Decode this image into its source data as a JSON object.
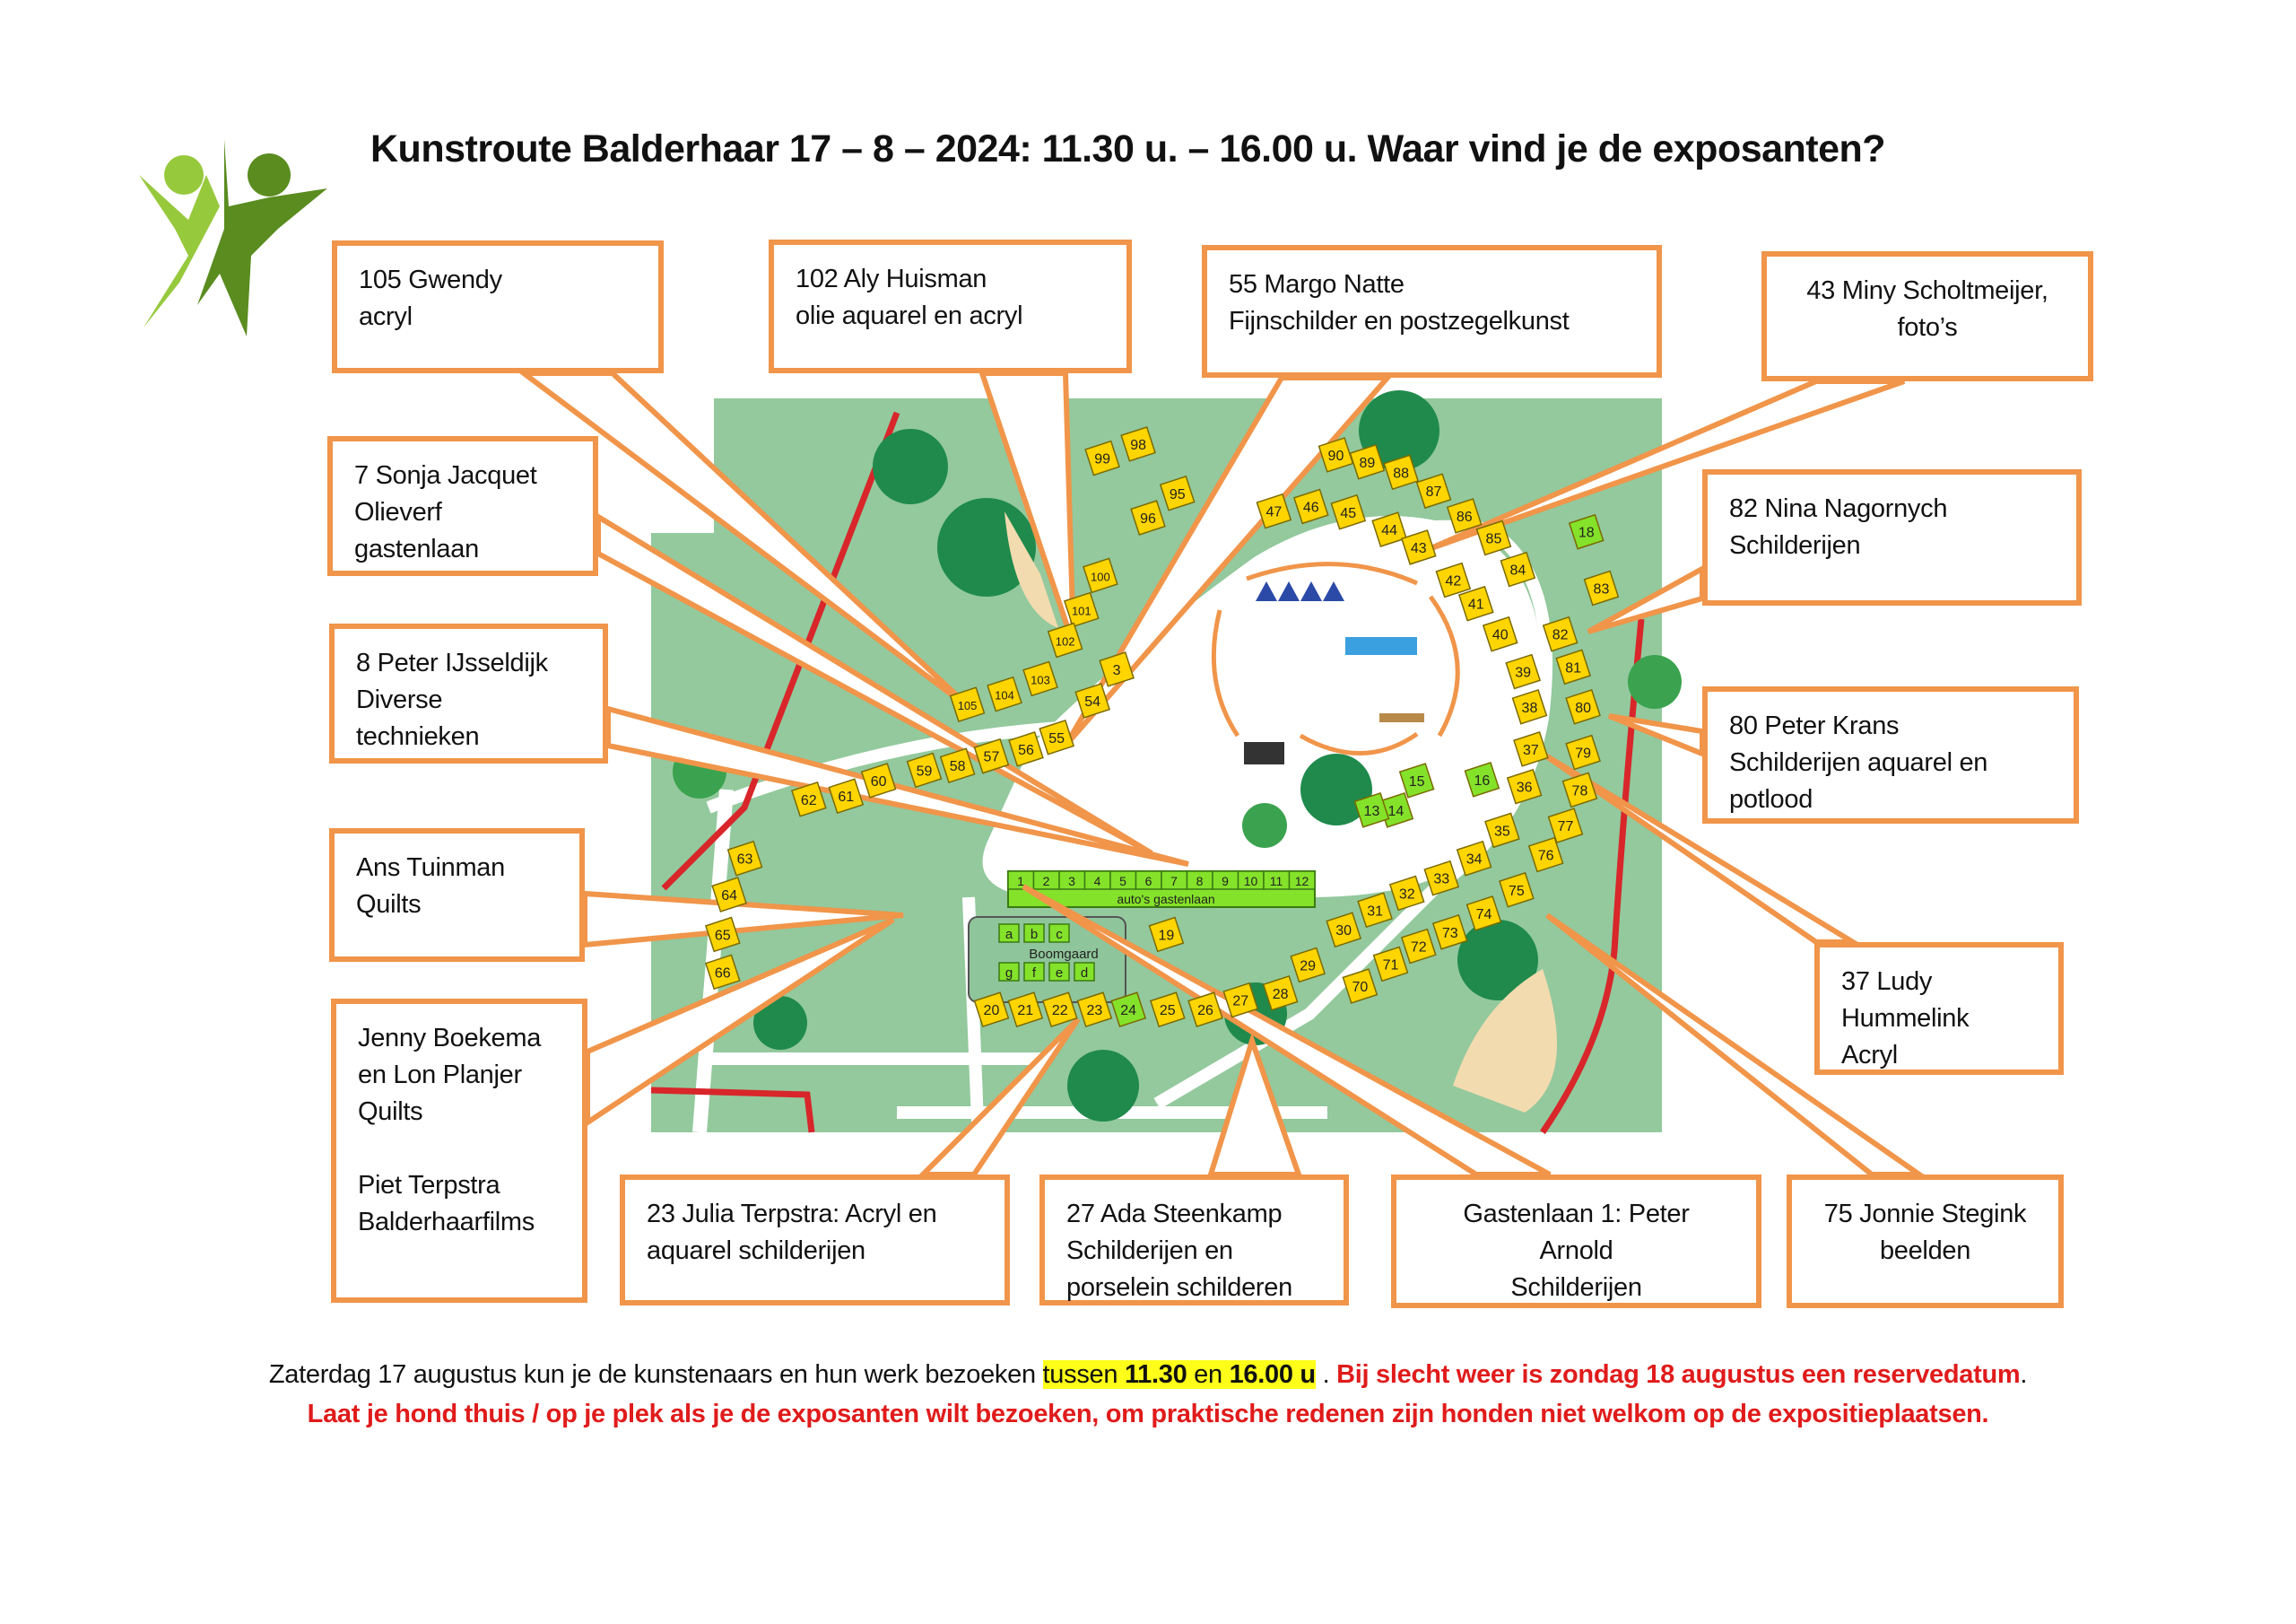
{
  "title": "Kunstroute Balderhaar 17 – 8 – 2024:  11.30 u. – 16.00 u. Waar vind je de exposanten?",
  "colors": {
    "callout_border": "#f0954a",
    "plot_yellow": "#ffd500",
    "plot_green": "#84e22a",
    "map_green": "#93c99d",
    "highlight": "#ffff1a",
    "warning_red": "#e01b1b"
  },
  "callouts": [
    {
      "id": "gwendy",
      "lines": [
        "105 Gwendy",
        "acryl"
      ]
    },
    {
      "id": "aly",
      "lines": [
        "102 Aly Huisman",
        "olie aquarel en acryl"
      ]
    },
    {
      "id": "margo",
      "lines": [
        "55 Margo Natte",
        "Fijnschilder en postzegelkunst"
      ]
    },
    {
      "id": "miny",
      "lines": [
        "43 Miny Scholtmeijer,",
        "foto’s"
      ]
    },
    {
      "id": "sonja",
      "lines": [
        "7 Sonja Jacquet",
        "Olieverf",
        "gastenlaan"
      ]
    },
    {
      "id": "nina",
      "lines": [
        "82 Nina Nagornych",
        "Schilderijen"
      ]
    },
    {
      "id": "peter8",
      "lines": [
        "8 Peter IJsseldijk",
        "Diverse",
        "technieken"
      ]
    },
    {
      "id": "krans",
      "lines": [
        "80 Peter Krans",
        "Schilderijen aquarel en",
        "potlood"
      ]
    },
    {
      "id": "ans",
      "lines": [
        "Ans Tuinman",
        "Quilts"
      ]
    },
    {
      "id": "jenny",
      "lines": [
        "Jenny Boekema",
        "en Lon Planjer",
        "Quilts"
      ],
      "lines2": [
        "Piet Terpstra",
        "Balderhaarfilms"
      ]
    },
    {
      "id": "ludy",
      "lines": [
        "37 Ludy",
        "Hummelink",
        "Acryl"
      ]
    },
    {
      "id": "julia",
      "lines": [
        "23 Julia Terpstra:  Acryl  en",
        "aquarel schilderijen"
      ]
    },
    {
      "id": "ada",
      "lines": [
        "27 Ada Steenkamp",
        "Schilderijen en",
        "porselein schilderen"
      ]
    },
    {
      "id": "arnold",
      "lines": [
        "Gastenlaan 1: Peter",
        "Arnold",
        "Schilderijen"
      ]
    },
    {
      "id": "jonnie",
      "lines": [
        "75 Jonnie Stegink",
        "beelden"
      ]
    }
  ],
  "map": {
    "plots_yellow": [
      "99",
      "98",
      "95",
      "96",
      "100",
      "101",
      "102",
      "103",
      "104",
      "105",
      "3",
      "54",
      "55",
      "56",
      "57",
      "58",
      "59",
      "60",
      "61",
      "62",
      "63",
      "64",
      "65",
      "66",
      "47",
      "46",
      "45",
      "44",
      "43",
      "90",
      "89",
      "88",
      "87",
      "86",
      "85",
      "84",
      "83",
      "82",
      "81",
      "80",
      "79",
      "78",
      "77",
      "76",
      "75",
      "74",
      "73",
      "72",
      "71",
      "70",
      "42",
      "41",
      "40",
      "39",
      "38",
      "37",
      "36",
      "35",
      "34",
      "33",
      "32",
      "31",
      "30",
      "29",
      "28",
      "27",
      "26",
      "25",
      "23",
      "22",
      "21",
      "20",
      "19"
    ],
    "plots_green": [
      "24",
      "18",
      "16",
      "15",
      "14",
      "13"
    ],
    "gastenlaan_plots": [
      "1",
      "2",
      "3",
      "4",
      "5",
      "6",
      "7",
      "8",
      "9",
      "10",
      "11",
      "12"
    ],
    "gastenlaan_label": "auto's   gastenlaan",
    "boomgaard_label": "Boomgaard",
    "boomgaard_plots_top": [
      "a",
      "b",
      "c"
    ],
    "boomgaard_plots_bottom": [
      "g",
      "f",
      "e",
      "d"
    ]
  },
  "footer": {
    "line1_a": "Zaterdag 17 augustus kun je de kunstenaars en hun werk bezoeken ",
    "line1_hl_a": "tussen ",
    "line1_hl_b": "11.30",
    "line1_hl_c": " en ",
    "line1_hl_d": "16.00 u",
    "line1_b": "  . ",
    "line1_red": "Bij slecht weer is zondag 18 augustus een reservedatum",
    "line1_end": ".",
    "line2": "Laat je hond thuis / op je plek als je de exposanten wilt bezoeken, om praktische redenen zijn honden niet welkom op de expositieplaatsen."
  }
}
